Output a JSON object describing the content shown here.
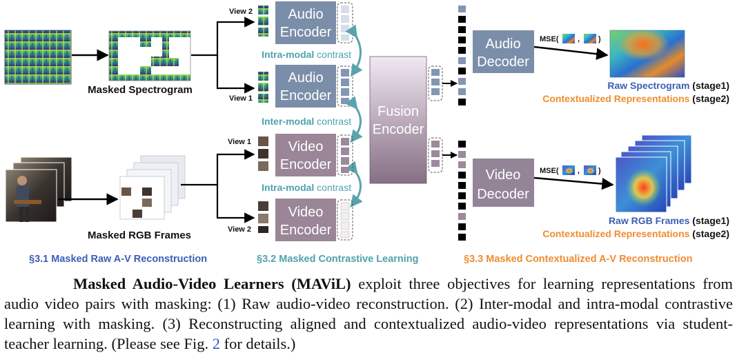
{
  "colors": {
    "encoder_audio": "#7b8ea9",
    "encoder_video": "#9a8696",
    "fusion_top": "#f1e8f3",
    "fusion_bottom": "#866f84",
    "decoder_audio": "#7b8ea9",
    "decoder_video": "#938497",
    "token_audio": "#8396b3",
    "token_audio_light": "#d5deea",
    "token_video": "#9c8a9c",
    "arrow_contrast": "#5aa3ad",
    "label_blue": "#3b5db5",
    "label_teal": "#4ea2ad",
    "label_orange": "#ee8c2f"
  },
  "figure": {
    "audio_input": {
      "spectrogram_label": "Masked Spectrogram",
      "view2_label": "View 2",
      "view1_label": "View 1"
    },
    "video_input": {
      "frames_label": "Masked RGB Frames",
      "view1_label": "View 1",
      "view2_label": "View 2"
    },
    "encoders": {
      "audio_top": [
        "Audio",
        "Encoder"
      ],
      "audio_bottom": [
        "Audio",
        "Encoder"
      ],
      "video_top": [
        "Video",
        "Encoder"
      ],
      "video_bottom": [
        "Video",
        "Encoder"
      ]
    },
    "contrast": {
      "intra_audio": {
        "strong": "Intra-modal",
        "rest": " contrast"
      },
      "inter": {
        "strong": "Inter-modal",
        "rest": " contrast"
      },
      "intra_video": {
        "strong": "Intra-modal",
        "rest": " contrast"
      }
    },
    "fusion": [
      "Fusion",
      "Encoder"
    ],
    "decoders": {
      "audio": [
        "Audio",
        "Decoder"
      ],
      "video": [
        "Video",
        "Decoder"
      ]
    },
    "mse": {
      "open": "MSE(",
      "comma": ",",
      "close": ")"
    },
    "outputs": {
      "audio_stage1_blue": "Raw Spectrogram",
      "audio_stage1_tag": " (stage1)",
      "audio_stage2_orange": "Contextualized Representations",
      "audio_stage2_tag": " (stage2)",
      "video_stage1_blue": "Raw RGB Frames",
      "video_stage1_tag": " (stage1)",
      "video_stage2_orange": "Contextualized Representations",
      "video_stage2_tag": " (stage2)"
    },
    "sections": {
      "s31": "§3.1 Masked Raw A-V Reconstruction",
      "s32": "§3.2 Masked Contrastive Learning",
      "s33": "§3.3 Masked Contextualized A-V Reconstruction"
    }
  },
  "caption": {
    "title": "Masked Audio-Video Learners (MAViL)",
    "text_part1": " exploit three objectives for learning representations from audio video pairs with masking: (1) Raw audio-video reconstruction. (2) Inter-modal and intra-modal contrastive learning with masking. (3) Reconstructing aligned and contextualized audio-video representations via student-teacher learning. (Please see Fig. ",
    "fig_ref": "2",
    "text_part2": " for details.)"
  }
}
